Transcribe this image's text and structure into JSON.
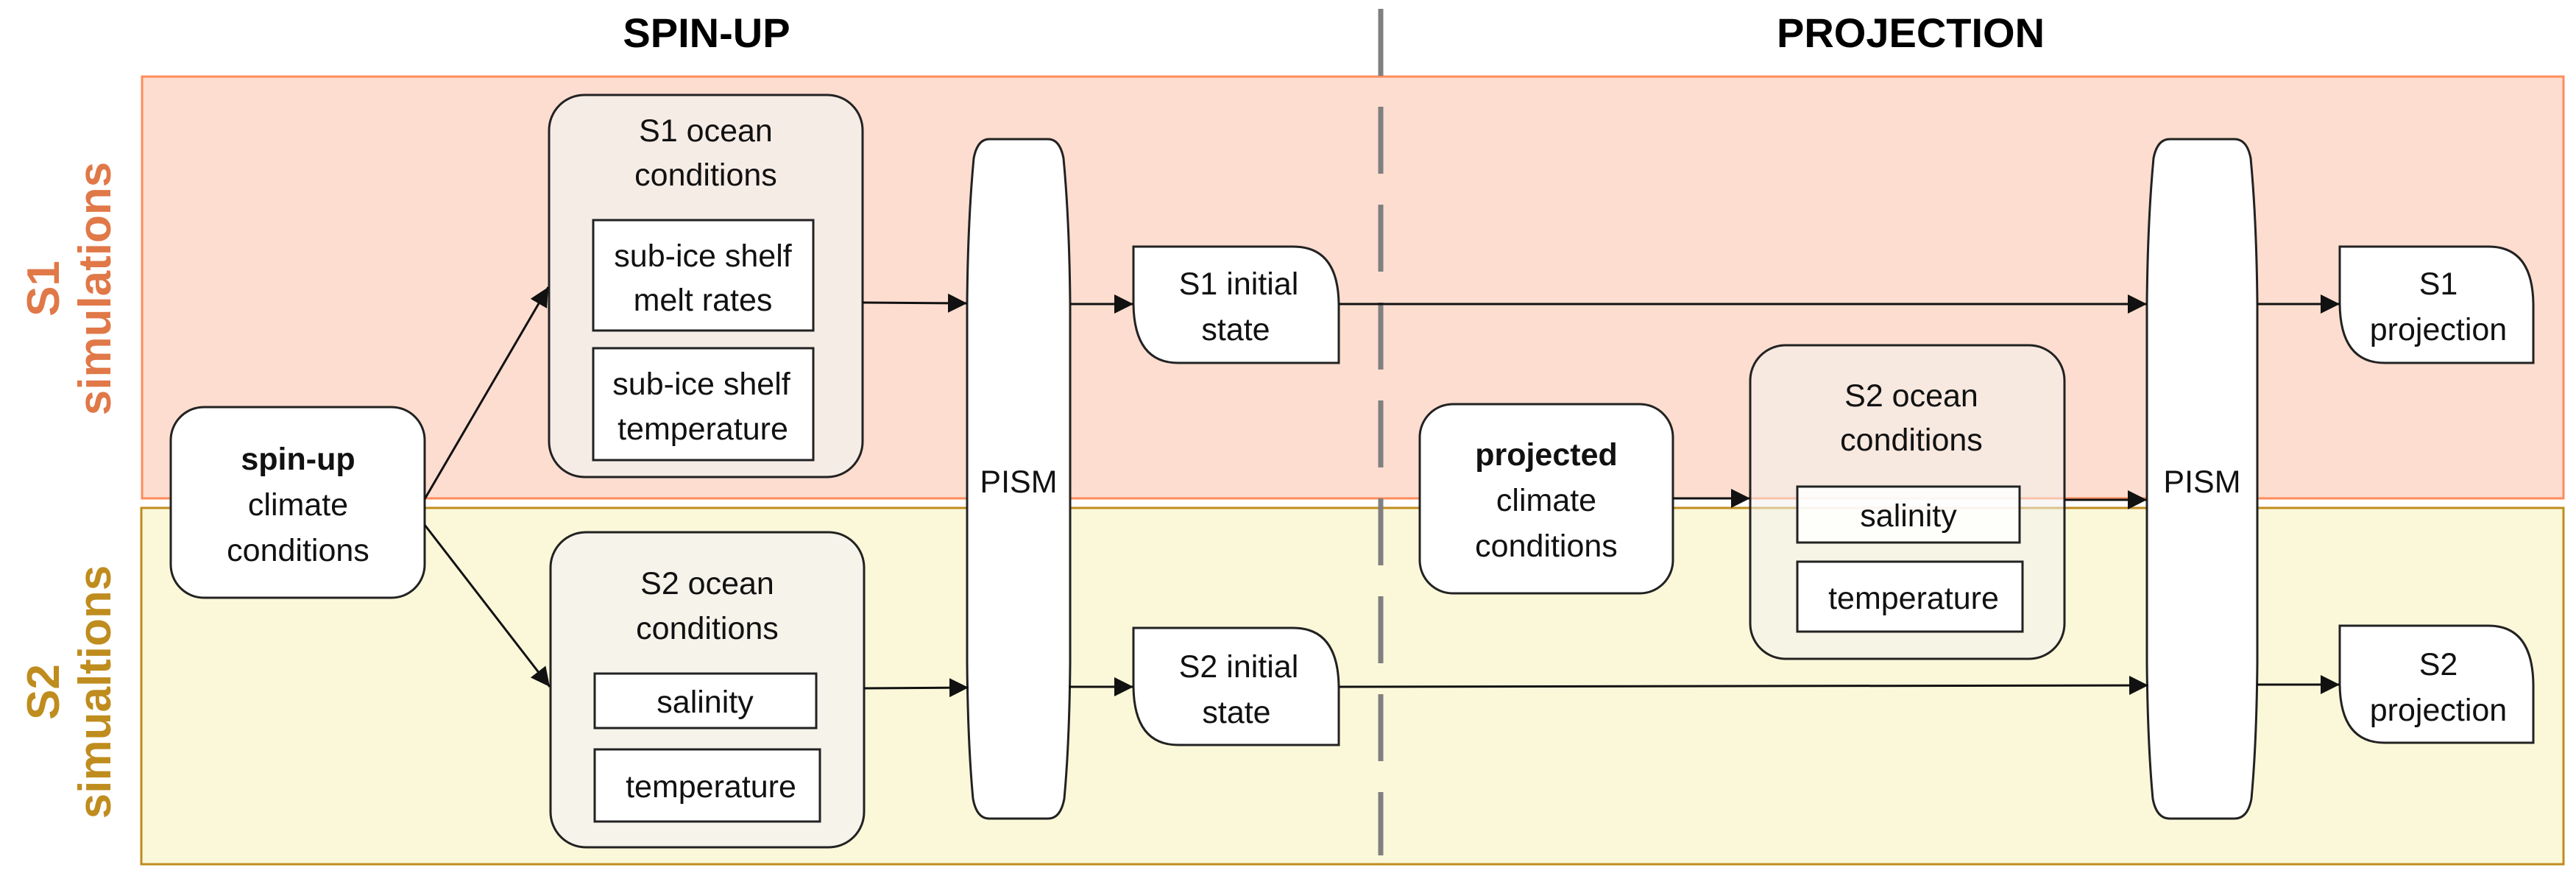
{
  "phases": {
    "spinup": "SPIN-UP",
    "projection": "PROJECTION"
  },
  "lanes": {
    "s1": {
      "line1": "S1",
      "line2": "simulations",
      "color": "#E07848",
      "fill": "#FDDDD0",
      "border": "#FF8C5A"
    },
    "s2": {
      "line1": "S2",
      "line2": "simualtions",
      "color": "#BF8C1E",
      "fill": "#FBF8DA",
      "border": "#BF8C1E"
    }
  },
  "spinup": {
    "climate": {
      "bold": "spin-up",
      "line2": "climate",
      "line3": "conditions"
    },
    "s1_ocean": {
      "title1": "S1 ocean",
      "title2": "conditions",
      "items": [
        {
          "line1": "sub-ice shelf",
          "line2": "melt rates"
        },
        {
          "line1": "sub-ice shelf",
          "line2": "temperature"
        }
      ]
    },
    "s2_ocean": {
      "title1": "S2 ocean",
      "title2": "conditions",
      "items": [
        {
          "label": "salinity"
        },
        {
          "label": "temperature"
        }
      ]
    },
    "model": "PISM",
    "s1_initial": {
      "line1": "S1 initial",
      "line2": "state"
    },
    "s2_initial": {
      "line1": "S2 initial",
      "line2": "state"
    }
  },
  "projection": {
    "climate": {
      "bold": "projected",
      "line2": "climate",
      "line3": "conditions"
    },
    "s2_ocean": {
      "title1": "S2 ocean",
      "title2": "conditions",
      "items": [
        {
          "label": "salinity"
        },
        {
          "label": "temperature"
        }
      ]
    },
    "model": "PISM",
    "s1_result": {
      "line1": "S1",
      "line2": "projection"
    },
    "s2_result": {
      "line1": "S2",
      "line2": "projection"
    }
  },
  "colors": {
    "divider": "#808080",
    "ocean_box_fill": "#F5EEE8",
    "node_fill": "#FFFFFF",
    "stroke": "#222222"
  }
}
